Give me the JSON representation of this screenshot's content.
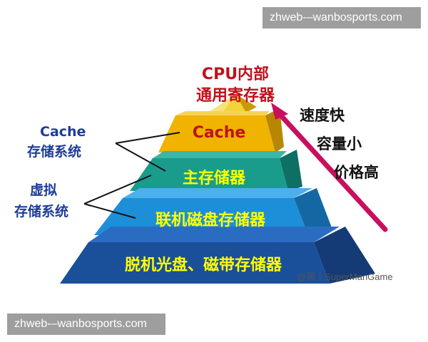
{
  "watermark": {
    "top": "zhweb-–wanbosports.com",
    "bottom": "zhweb-–wanbosports.com"
  },
  "top_label": {
    "line1": "CPU内部",
    "line2": "通用寄存器"
  },
  "tiers": [
    {
      "label": "Cache",
      "color": "#c0111b",
      "fill": "#f0b300"
    },
    {
      "label": "主存储器",
      "color": "#ffff00",
      "fill": "#1a9c8c"
    },
    {
      "label": "联机磁盘存储器",
      "color": "#ffff00",
      "fill": "#1d8fd8"
    },
    {
      "label": "脱机光盘、磁带存储器",
      "color": "#ffff00",
      "fill": "#1a4f9a"
    }
  ],
  "cache_system": {
    "line1": "Cache",
    "line2": "存储系统"
  },
  "virtual_system": {
    "line1": "虚拟",
    "line2": "存储系统"
  },
  "arrow": {
    "color": "#c8105e",
    "lines": [
      "速度快",
      "容量小",
      "价格高"
    ]
  },
  "credit": "@孫丨SuperManGame"
}
